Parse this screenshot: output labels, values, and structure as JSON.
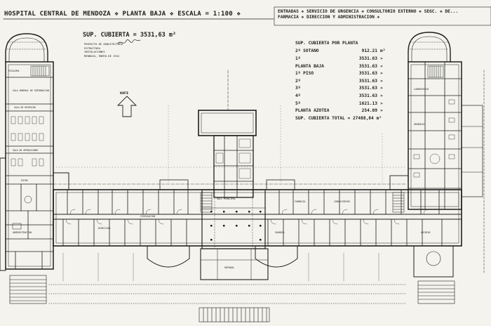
{
  "title": "HOSPITAL CENTRAL DE MENDOZA ❖ PLANTA BAJA ❖ ESCALA = 1:100 ❖",
  "notes": [
    "ENTRADAS ❖ SERVICIO DE URGENCIA ❖ CONSULTORIO EXTERNO ❖ SEGC. ❖ DE...",
    "FARMACIA ❖ DIRECCION Y ADMINISTRACION ❖"
  ],
  "summary": {
    "sup_cubierta": "SUP. CUBIERTA = 3531,63 m²"
  },
  "meta_lines": [
    "PROYECTO DE ARQUITECTURA",
    "ESTRUCTURA",
    "INSTALACIONES",
    "MENDOZA, ENERO DE 1941"
  ],
  "compass_label": "NORTE",
  "areas": {
    "heading": "SUP. CUBIERTA POR PLANTA",
    "rows": [
      {
        "label": "2º SOTANO",
        "value": "912.21",
        "unit": "m²"
      },
      {
        "label": "1º",
        "value": "3531.63",
        "unit": "»"
      },
      {
        "label": "PLANTA BAJA",
        "value": "3531.63",
        "unit": "»"
      },
      {
        "label": "1º PISO",
        "value": "3531.63",
        "unit": "»"
      },
      {
        "label": "2º",
        "value": "3531.63",
        "unit": "»"
      },
      {
        "label": "3º",
        "value": "3531.63",
        "unit": "»"
      },
      {
        "label": "4º",
        "value": "3531.63",
        "unit": "»"
      },
      {
        "label": "5º",
        "value": "1621.13",
        "unit": "»"
      },
      {
        "label": "PLANTA AZOTEA",
        "value": "254.09",
        "unit": "»"
      }
    ],
    "total": "SUP. CUBIERTA TOTAL = 27488,84 m²"
  },
  "room_labels": [
    "ESCALERA",
    "SALA GENERAL DE INTERNACION",
    "SALA DE DESPACHO",
    "SALA DE OPERACIONES",
    "ESTAR",
    "ADMINISTRACION",
    "HALL PRINCIPAL",
    "FARMACIA",
    "CONSULTORIOS",
    "LABORATORIO",
    "URGENCIA",
    "DIRECCION",
    "CIRCULACION",
    "ENTRADA",
    "GUARDIA",
    "ARCHIVO"
  ],
  "colors": {
    "paper": "#f4f3ed",
    "ink": "#1d1d1d"
  }
}
